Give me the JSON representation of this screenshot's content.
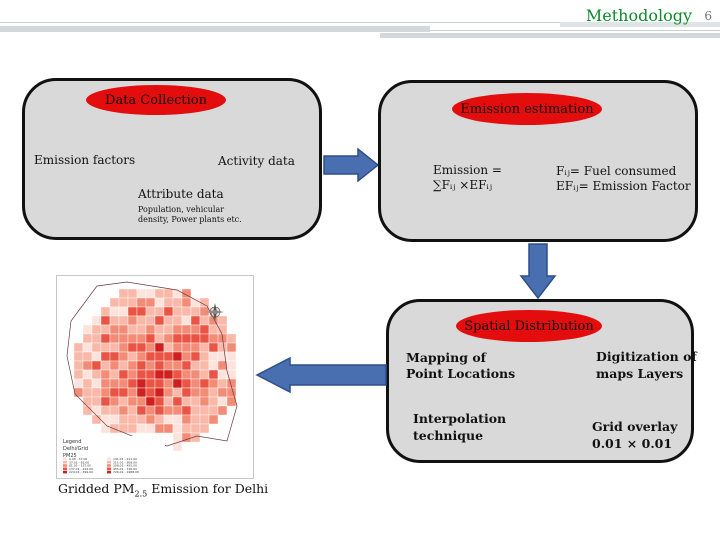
{
  "header": {
    "section_title": "Methodology",
    "page_number": "6"
  },
  "data_collection": {
    "title": "Data Collection",
    "emission_factors": "Emission factors",
    "activity_data": "Activity data",
    "attribute_data": "Attribute data",
    "attribute_detail": "Population, vehicular density, Power plants etc."
  },
  "emission_estimation": {
    "title": "Emission estimation",
    "formula_line1": "Emission =",
    "formula_line2": "∑Fᵢⱼ ×EFᵢⱼ",
    "definition_line1": "Fᵢⱼ= Fuel consumed",
    "definition_line2": "EFᵢⱼ= Emission Factor"
  },
  "spatial_distribution": {
    "title": "Spatial Distribution",
    "mapping_line1": "Mapping of",
    "mapping_line2": "Point Locations",
    "digitization_line1": "Digitization of",
    "digitization_line2": "maps Layers",
    "interpolation_line1": "Interpolation",
    "interpolation_line2": "technique",
    "grid_line1": "Grid overlay",
    "grid_line2": "0.01 × 0.01"
  },
  "map": {
    "caption_main": "Gridded PM",
    "caption_sub": "2.5",
    "caption_end": " Emission for Delhi",
    "legend_title": "Legend",
    "legend_layer": "Delhi/Grid",
    "legend_pollutant": "PM25",
    "legend_ranges": [
      "0.00 - 37.00",
      "37.01 - 81.00",
      "81.01 - 137.00",
      "137.01 - 224.00",
      "224.01 - 399.00"
    ],
    "legend_ranges_right": [
      "141.01 - 211.00",
      "211.01 - 308.00",
      "308.01 - 455.00",
      "455.01 - 726.00",
      "726.01 - 1988.00"
    ],
    "colors": [
      "#fde3dc",
      "#f9b8a8",
      "#f38c77",
      "#e95444",
      "#cf1f1f"
    ]
  }
}
